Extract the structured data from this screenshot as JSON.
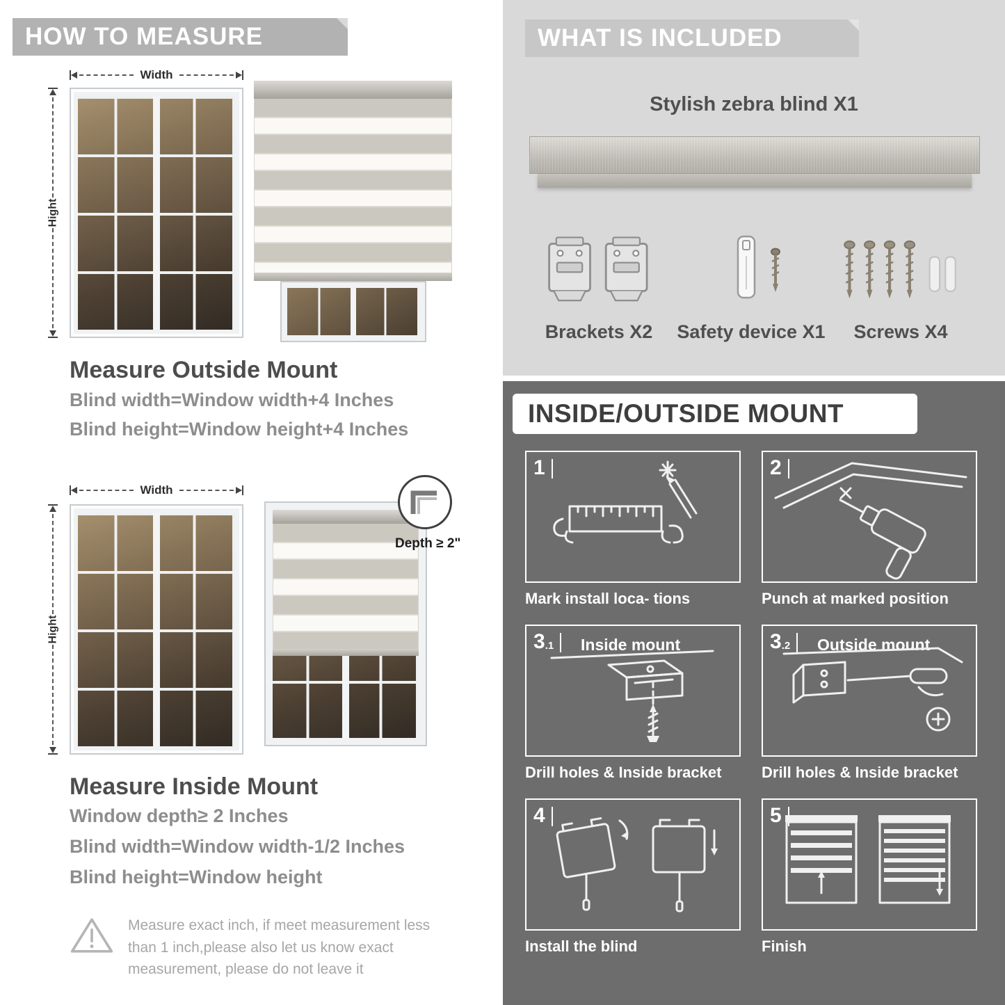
{
  "colors": {
    "left_header_bg": "#b2b2b2",
    "included_bg": "#d9d9d9",
    "included_header_bg": "#c7c7c7",
    "dark_section_bg": "#6d6d6d",
    "heading_text": "#4f4f4f",
    "body_text": "#8d8d8d"
  },
  "left": {
    "header": "HOW TO MEASURE",
    "outside": {
      "width_label": "Width",
      "height_label": "Hight",
      "title": "Measure Outside Mount",
      "line1": "Blind width=Window width+4 Inches",
      "line2": "Blind height=Window height+4 Inches"
    },
    "inside": {
      "width_label": "Width",
      "height_label": "Hight",
      "depth_callout": "Depth ≥ 2\"",
      "title": "Measure Inside Mount",
      "line1": "Window depth≥ 2 Inches",
      "line2": "Blind width=Window width-1/2 Inches",
      "line3": "Blind height=Window height"
    },
    "warning_text": "Measure exact inch, if meet measurement less than 1 inch,please also let us know exact measurement, please do not leave it"
  },
  "included": {
    "header": "WHAT IS INCLUDED",
    "blind_label": "Stylish zebra blind X1",
    "items": [
      {
        "label": "Brackets X2"
      },
      {
        "label": "Safety device X1"
      },
      {
        "label": "Screws X4"
      }
    ]
  },
  "mount": {
    "header": "INSIDE/OUTSIDE MOUNT",
    "steps": [
      {
        "num": "1",
        "sub": "",
        "label": "",
        "caption": "Mark install loca- tions"
      },
      {
        "num": "2",
        "sub": "",
        "label": "",
        "caption": "Punch at marked position"
      },
      {
        "num": "3",
        "sub": ".1",
        "label": "Inside mount",
        "caption": "Drill holes & Inside bracket"
      },
      {
        "num": "3",
        "sub": ".2",
        "label": "Outside mount",
        "caption": "Drill holes & Inside bracket"
      },
      {
        "num": "4",
        "sub": "",
        "label": "",
        "caption": "Install the blind"
      },
      {
        "num": "5",
        "sub": "",
        "label": "",
        "caption": "Finish"
      }
    ]
  }
}
